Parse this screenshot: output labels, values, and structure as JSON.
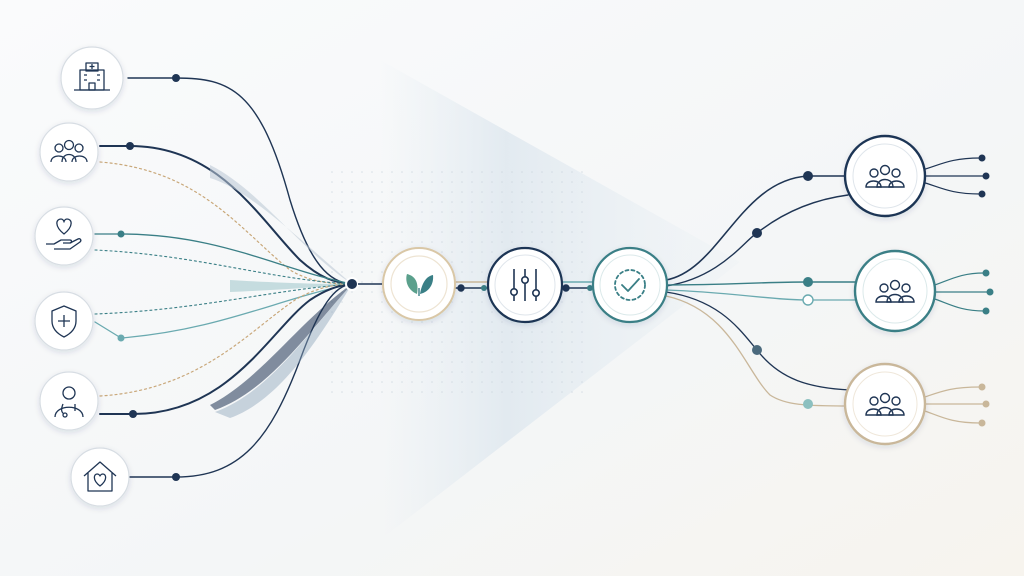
{
  "colors": {
    "navy": "#1f3554",
    "teal": "#3a7f86",
    "light_teal": "#6aaab0",
    "sand": "#c9b79a",
    "sage": "#5ba08c",
    "node_fill": "#ffffff",
    "background": "#f6f7f8"
  },
  "sources": [
    {
      "icon": "hospital-icon",
      "color": "navy"
    },
    {
      "icon": "community-icon",
      "color": "navy"
    },
    {
      "icon": "caring-hand-icon",
      "color": "teal"
    },
    {
      "icon": "health-shield-icon",
      "color": "teal"
    },
    {
      "icon": "doctor-icon",
      "color": "navy"
    },
    {
      "icon": "home-care-icon",
      "color": "navy"
    }
  ],
  "pipeline": [
    {
      "icon": "leaf-icon",
      "color": "sage",
      "ring": "sand"
    },
    {
      "icon": "sliders-icon",
      "color": "navy",
      "ring": "navy"
    },
    {
      "icon": "check-circle-icon",
      "color": "teal",
      "ring": "teal"
    }
  ],
  "outcomes": [
    {
      "icon": "group-icon",
      "color": "navy"
    },
    {
      "icon": "group-icon",
      "color": "teal"
    },
    {
      "icon": "group-icon",
      "color": "sand"
    }
  ]
}
